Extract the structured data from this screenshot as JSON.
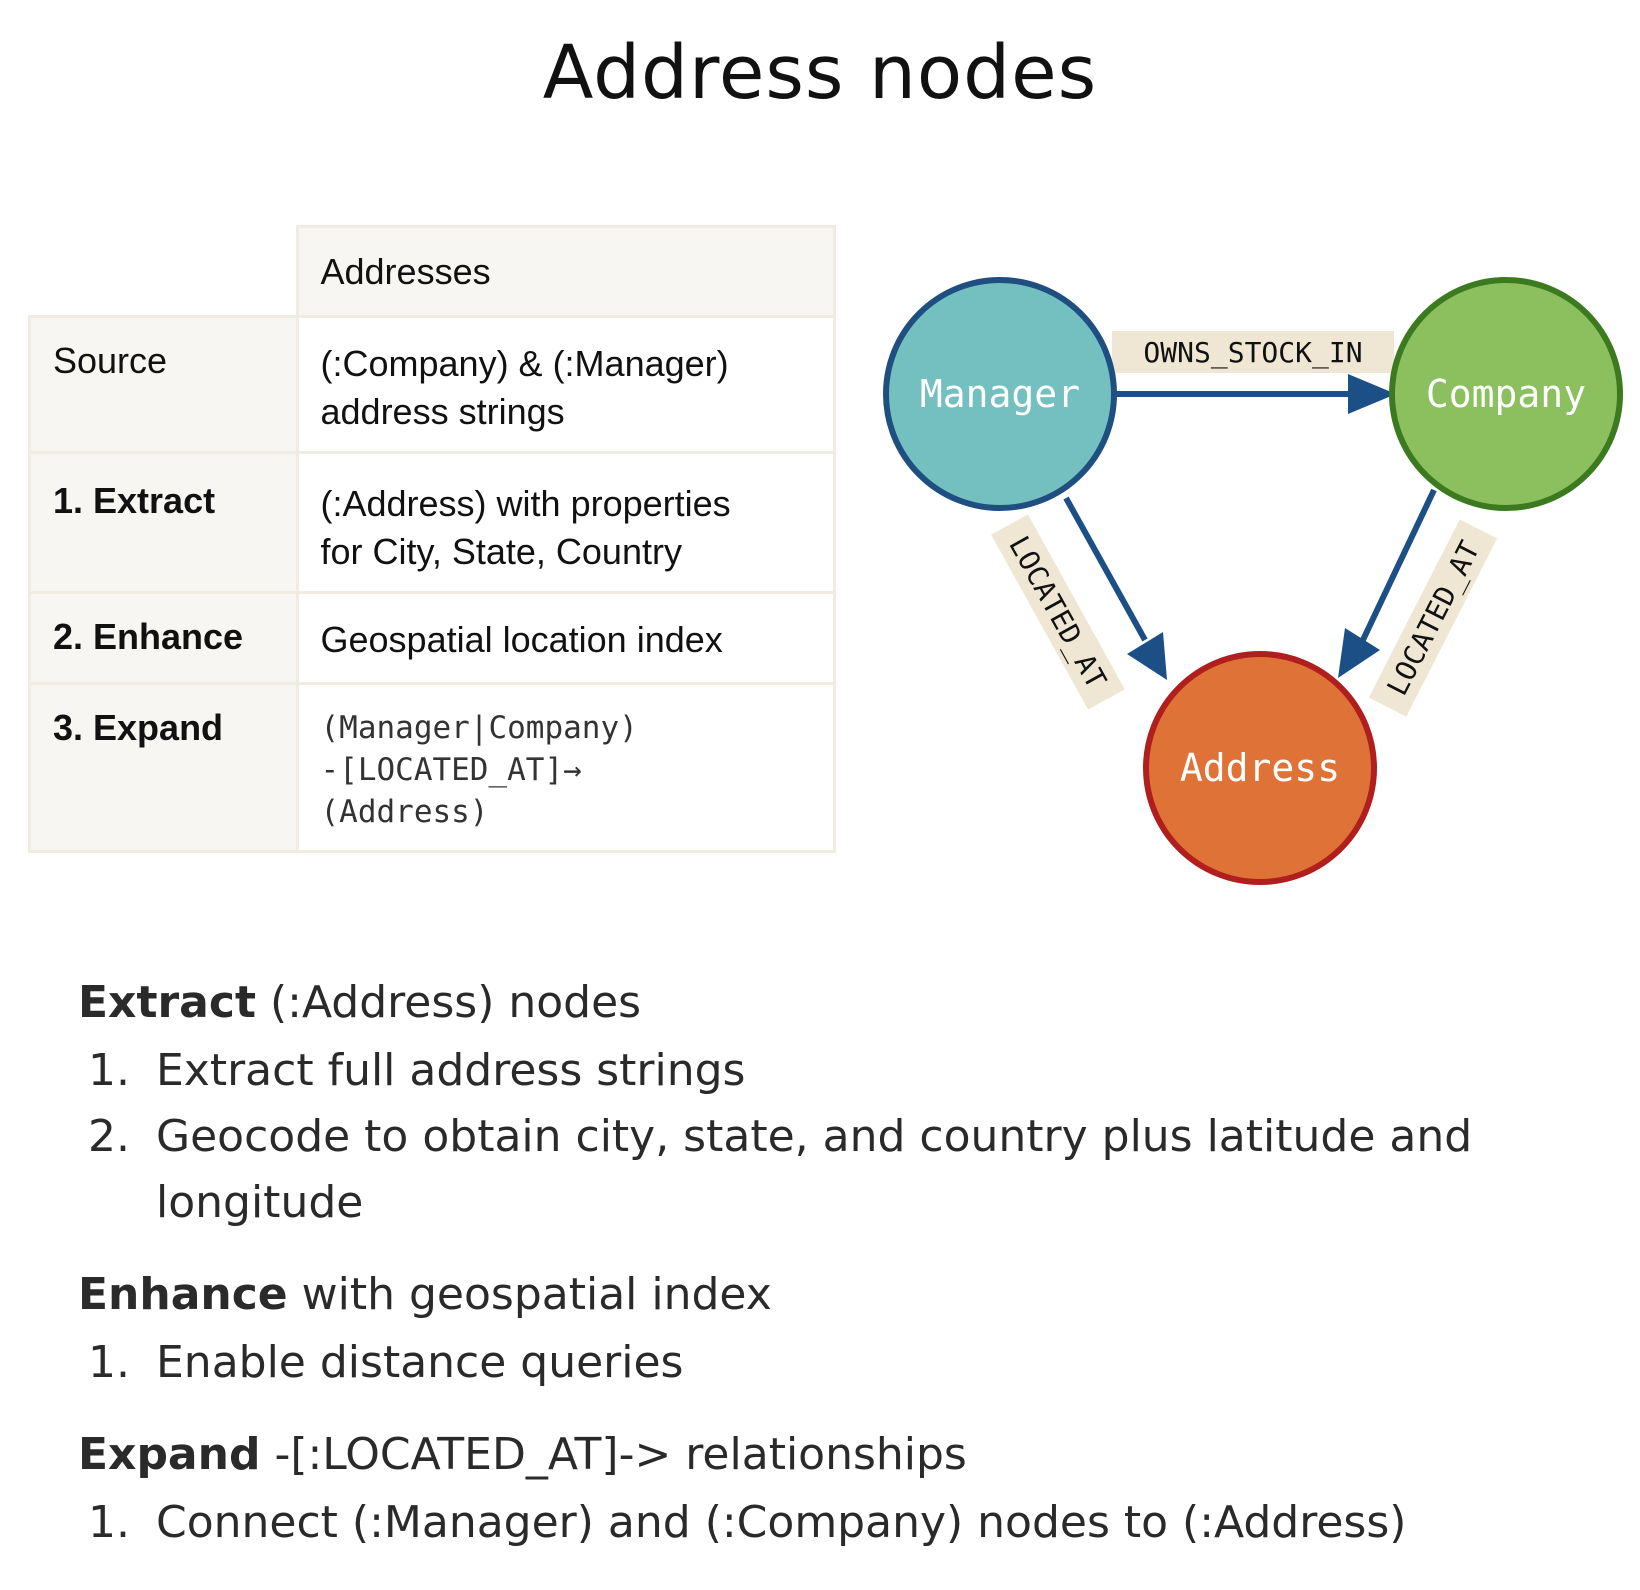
{
  "title": "Address nodes",
  "table": {
    "header": "Addresses",
    "rows": [
      {
        "label": "Source",
        "lines": [
          "(:Company) & (:Manager)",
          "address strings"
        ]
      },
      {
        "label": "1. Extract",
        "lines": [
          "(:Address) with properties",
          "for City, State, Country"
        ]
      },
      {
        "label": "2. Enhance",
        "lines": [
          "Geospatial location index"
        ]
      },
      {
        "label": "3. Expand",
        "code": [
          "(Manager|Company)",
          "-[LOCATED_AT]→",
          "(Address)"
        ]
      }
    ]
  },
  "diagram": {
    "nodes": {
      "manager": {
        "label": "Manager",
        "fill": "#74bfbf",
        "stroke": "#1f4f80"
      },
      "company": {
        "label": "Company",
        "fill": "#8cc05f",
        "stroke": "#3b7a1f"
      },
      "address": {
        "label": "Address",
        "fill": "#df7236",
        "stroke": "#b01e1e"
      }
    },
    "edges": {
      "owns": "OWNS_STOCK_IN",
      "manager_located": "LOCATED_AT",
      "company_located": "LOCATED_AT"
    },
    "colors": {
      "edge": "#1d4f87",
      "label_bg": "#efe7d4"
    }
  },
  "notes": {
    "extract": {
      "bold": "Extract",
      "rest": " (:Address) nodes",
      "items": [
        {
          "num": "1.",
          "text": "Extract full address strings"
        },
        {
          "num": "2.",
          "text": "Geocode to obtain city, state, and country plus latitude and longitude"
        }
      ]
    },
    "enhance": {
      "bold": "Enhance",
      "rest": " with geospatial index",
      "items": [
        {
          "num": "1.",
          "text": "Enable distance queries"
        }
      ]
    },
    "expand": {
      "bold": "Expand",
      "rest": " -[:LOCATED_AT]-> relationships",
      "items": [
        {
          "num": "1.",
          "text": "Connect (:Manager) and (:Company) nodes to (:Address)"
        }
      ]
    }
  }
}
